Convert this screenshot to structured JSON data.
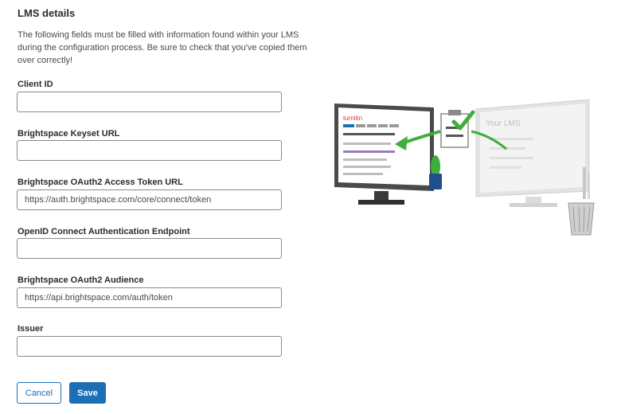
{
  "section": {
    "title": "LMS details",
    "description_lines": [
      "The following fields must be filled with information found within your LMS",
      "during the configuration process. Be sure to check that you've copied them",
      "over correctly!"
    ]
  },
  "fields": [
    {
      "label": "Client ID",
      "value": "",
      "placeholder": ""
    },
    {
      "label": "Brightspace Keyset URL",
      "value": "",
      "placeholder": ""
    },
    {
      "label": "Brightspace OAuth2 Access Token URL",
      "value": "https://auth.brightspace.com/core/connect/token",
      "placeholder": ""
    },
    {
      "label": "OpenID Connect Authentication Endpoint",
      "value": "",
      "placeholder": ""
    },
    {
      "label": "Brightspace OAuth2 Audience",
      "value": "https://api.brightspace.com/auth/token",
      "placeholder": ""
    },
    {
      "label": "Issuer",
      "value": "",
      "placeholder": ""
    }
  ],
  "buttons": {
    "cancel_label": "Cancel",
    "save_label": "Save"
  },
  "illustration": {
    "left_brand_text": "turnitin",
    "right_screen_text": "Your LMS",
    "colors": {
      "accent_blue": "#1a6fb5",
      "green_arrow": "#3fae3c",
      "purple_bar": "#9b7bbf",
      "brand_red": "#d9342b"
    }
  }
}
